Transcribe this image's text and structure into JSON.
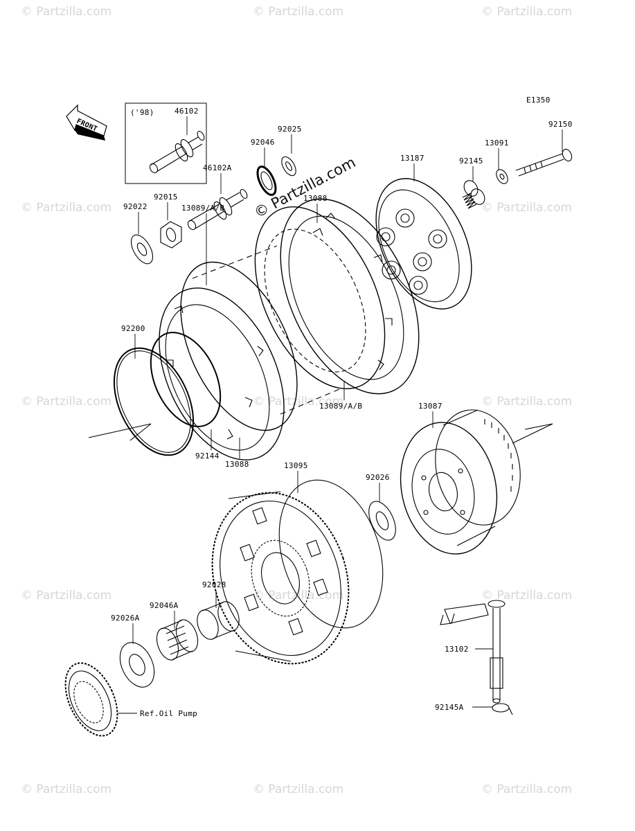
{
  "diagram": {
    "code": "E1350",
    "front_label": "FRONT",
    "year_note": "('98)",
    "brand_watermark": "© Partzilla.com",
    "tile_watermark": "© Partzilla.com",
    "refs": {
      "oil_pump": "Ref.Oil Pump"
    },
    "labels": {
      "p46102": "46102",
      "p46102a": "46102A",
      "p92025": "92025",
      "p92046": "92046",
      "p92015": "92015",
      "p92022": "92022",
      "p13088_top": "13088",
      "p13187": "13187",
      "p92145": "92145",
      "p13091": "13091",
      "p92150": "92150",
      "p13089_top": "13089/A/B",
      "p92200": "92200",
      "p13089_bottom": "13089/A/B",
      "p92144": "92144",
      "p13088_bottom": "13088",
      "p13087": "13087",
      "p13095": "13095",
      "p92026": "92026",
      "p92028": "92028",
      "p92046a": "92046A",
      "p92026a": "92026A",
      "p13102": "13102",
      "p92145a": "92145A"
    }
  }
}
